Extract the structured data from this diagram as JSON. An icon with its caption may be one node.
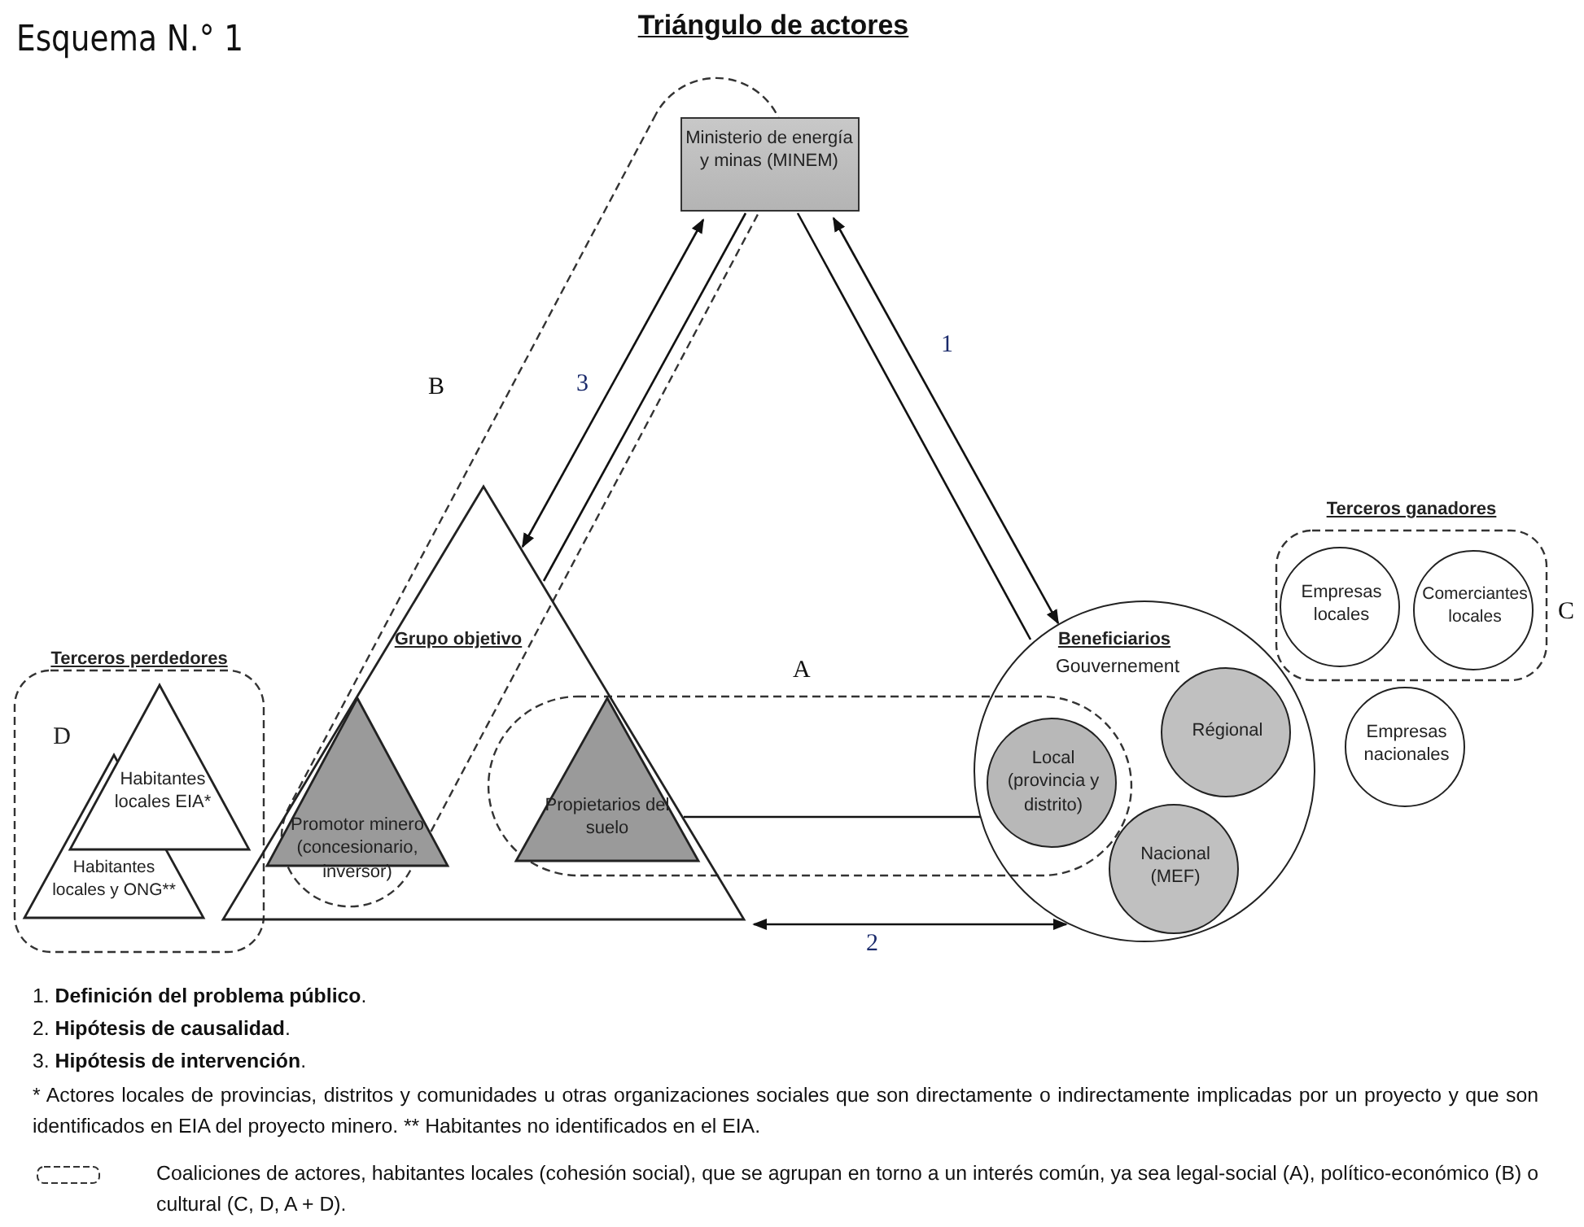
{
  "diagram": {
    "title": "Triángulo de actores",
    "nodes": [
      {
        "text": [
          "Ministerio de energía y minas (MINEM)"
        ]
      },
      {
        "text": [
          "Terceros perdedores",
          "D"
        ]
      },
      {
        "text": [
          "Habitantes locales EIA*"
        ],
        "in": 1
      },
      {
        "text": [
          "Habitantes locales y ONG**"
        ],
        "in": 1
      },
      {
        "text": [
          "Grupo objetivo"
        ]
      },
      {
        "text": [
          "Promotor minero (concesionario, inversor)"
        ],
        "in": 4
      },
      {
        "text": [
          "Propietarios del suelo"
        ],
        "in": 4
      },
      {
        "text": [
          "Beneficiarios",
          "Gouvernement"
        ]
      },
      {
        "text": [
          "Local (provincia y distrito)"
        ],
        "in": 7
      },
      {
        "text": [
          "Régional"
        ],
        "in": 7
      },
      {
        "text": [
          "Nacional (MEF)"
        ],
        "in": 7
      },
      {
        "text": [
          "Terceros ganadores"
        ],
        "beside": [
          "C"
        ]
      },
      {
        "text": [
          "Empresas locales"
        ],
        "in": 11
      },
      {
        "text": [
          "Comerciantes locales"
        ],
        "in": 11
      },
      {
        "text": [
          "Empresas nacionales"
        ]
      }
    ],
    "edges": [
      {
        "from": 4,
        "to": 0,
        "arrow": "both",
        "label": "3"
      },
      {
        "from": 0,
        "to": 4,
        "arrow": "none"
      },
      {
        "from": 0,
        "to": 7,
        "arrow": "none"
      },
      {
        "from": 7,
        "to": 0,
        "arrow": "both",
        "label": "1"
      },
      {
        "from": 4,
        "to": 7,
        "arrow": "both",
        "label": "2"
      },
      {
        "from": 4,
        "to": 7,
        "arrow": "none"
      }
    ],
    "labels": [
      "Esquema N.° 1",
      "B",
      "A",
      "1. **Definición del problema público**.",
      "2. **Hipótesis de causalidad**.",
      "3. **Hipótesis de intervención**.",
      "*  Actores locales de provincias, distritos y comunidades u otras organizaciones sociales que son directamente o indirectamente implicadas por un proyecto y que son identificados en EIA del proyecto minero. ** Habitantes no identificados en el EIA."
    ],
    "legend": [
      {
        "text": "Coaliciones de actores, habitantes locales (cohesión social), que se agrupan en torno a un interés común, ya sea legal-social (A), político-económico (B) o cultural (C, D, A + D)."
      }
    ]
  }
}
